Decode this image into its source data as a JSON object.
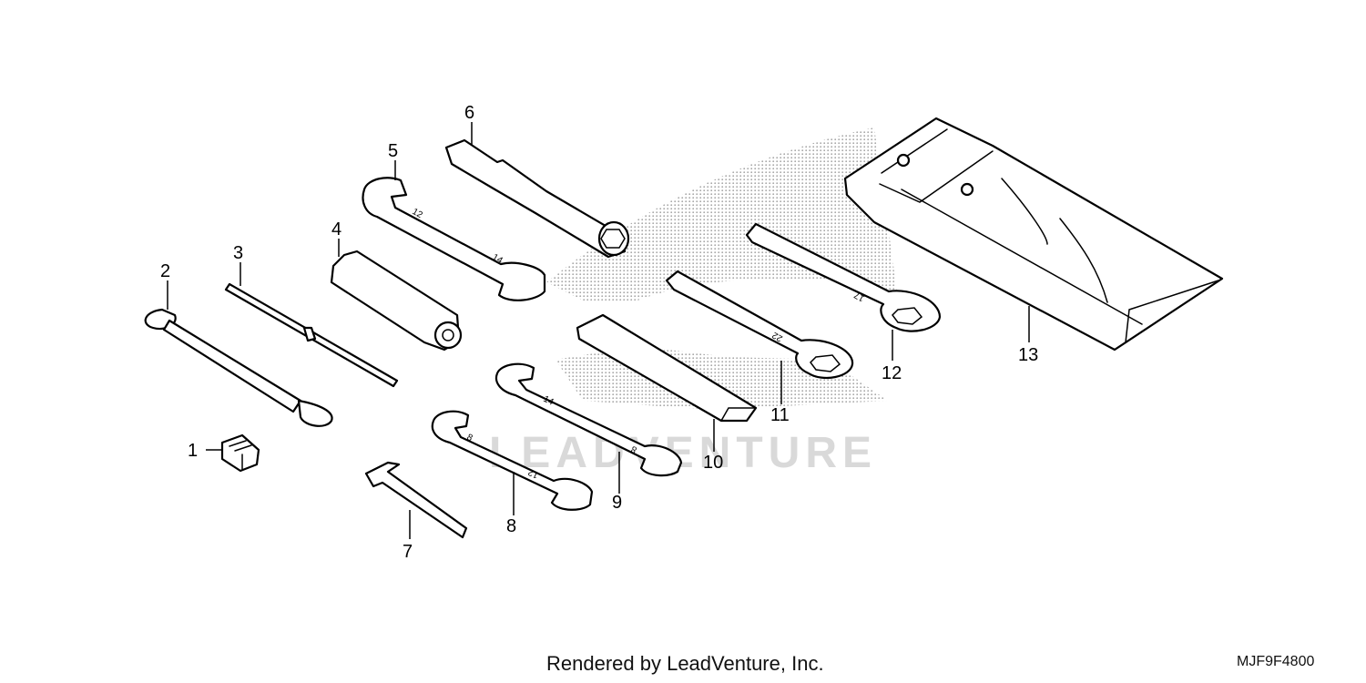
{
  "diagram": {
    "callouts": [
      {
        "id": 1,
        "label": "1"
      },
      {
        "id": 2,
        "label": "2"
      },
      {
        "id": 3,
        "label": "3"
      },
      {
        "id": 4,
        "label": "4"
      },
      {
        "id": 5,
        "label": "5"
      },
      {
        "id": 6,
        "label": "6"
      },
      {
        "id": 7,
        "label": "7"
      },
      {
        "id": 8,
        "label": "8"
      },
      {
        "id": 9,
        "label": "9"
      },
      {
        "id": 10,
        "label": "10"
      },
      {
        "id": 11,
        "label": "11"
      },
      {
        "id": 12,
        "label": "12"
      },
      {
        "id": 13,
        "label": "13"
      }
    ],
    "wrench_sizes": {
      "w5_a": "12",
      "w5_b": "14",
      "w8_a": "8",
      "w8_b": "12",
      "w9_a": "14",
      "w9_b": "8",
      "w11": "22",
      "w12": "17"
    },
    "watermark": "LEADVENTURE",
    "footer_credit": "Rendered by LeadVenture, Inc.",
    "diagram_code": "MJF9F4800"
  },
  "colors": {
    "line": "#000000",
    "dots": "#9a9a9a",
    "watermark": "#d9d9d9",
    "background": "#ffffff"
  }
}
